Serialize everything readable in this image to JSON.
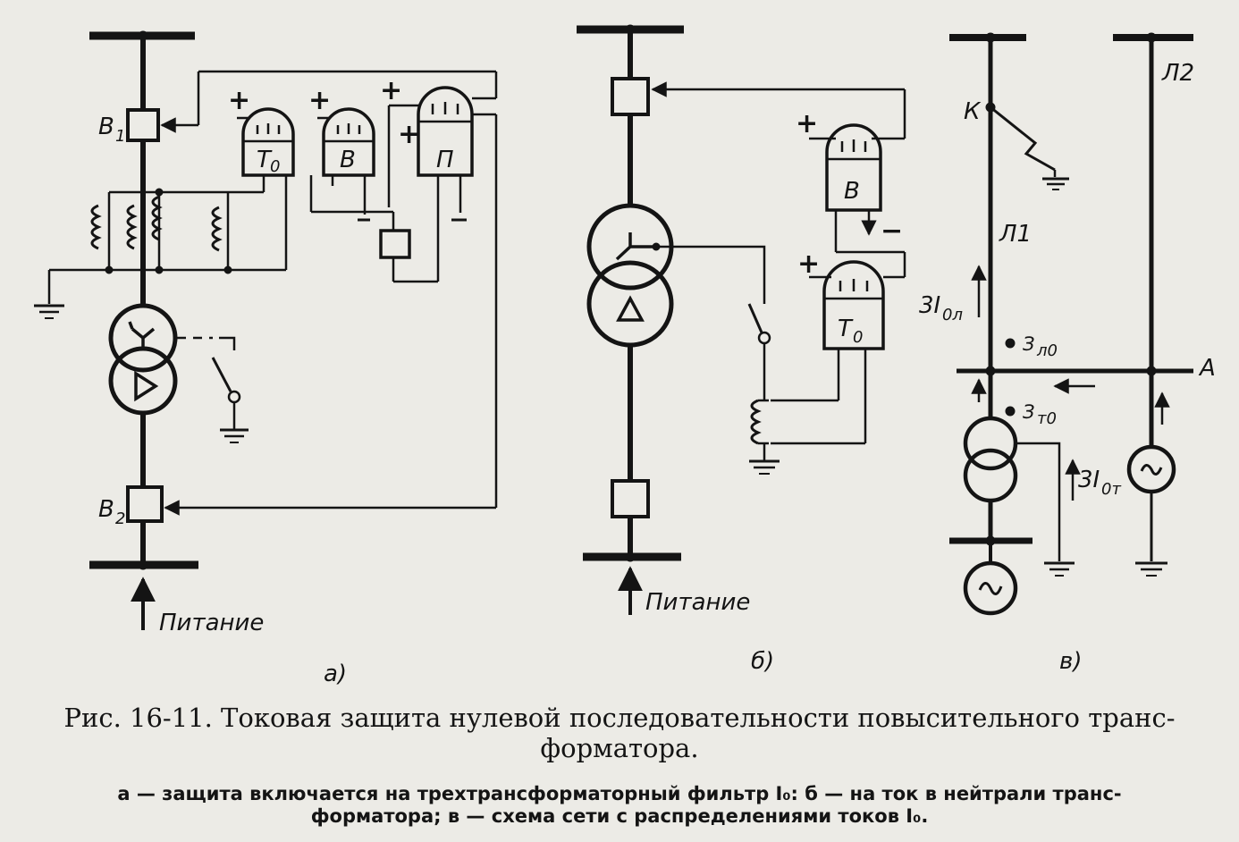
{
  "panel_a": {
    "breaker_top": "B",
    "breaker_top_sub": "1",
    "breaker_bottom": "B",
    "breaker_bottom_sub": "2",
    "relays": [
      "T",
      "B",
      "П"
    ],
    "relay_t_sub": "0",
    "supply": "Питание",
    "panel_label": "а)"
  },
  "panel_b": {
    "relays": [
      "B",
      "T"
    ],
    "relay_t_sub": "0",
    "supply": "Питание",
    "panel_label": "б)"
  },
  "panel_c": {
    "fault_point": "К",
    "line1": "Л1",
    "line2": "Л2",
    "bus": "А",
    "current_line": "3I",
    "current_line_sub": "0л",
    "current_transformer": "3I",
    "current_transformer_sub": "0т",
    "z_line": "З",
    "z_line_sub": "л0",
    "z_transformer": "З",
    "z_transformer_sub": "т0",
    "panel_label": "в)"
  },
  "caption": {
    "title_line1": "Рис. 16-11. Токовая защита нулевой последовательности повысительного транс-",
    "title_line2": "форматора.",
    "notes_line1": "а — защита включается на трехтрансформаторный фильтр I₀: б — на ток в нейтрали транс-",
    "notes_line2": "форматора; в — схема сети с распределениями токов I₀."
  }
}
